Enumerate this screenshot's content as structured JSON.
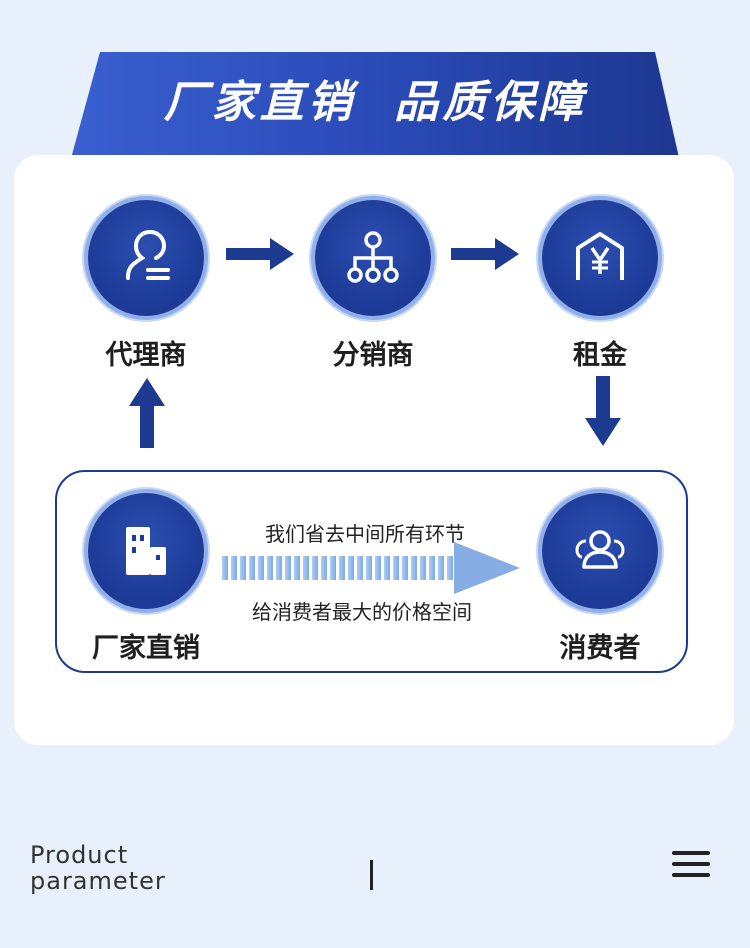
{
  "banner": {
    "title": "厂家直销  品质保障"
  },
  "nodes": {
    "agent": {
      "label": "代理商",
      "icon": "person-icon"
    },
    "distributor": {
      "label": "分销商",
      "icon": "org-tree-icon"
    },
    "rent": {
      "label": "租金",
      "icon": "yen-house-icon"
    },
    "factory": {
      "label": "厂家直销",
      "icon": "building-icon"
    },
    "consumer": {
      "label": "消费者",
      "icon": "group-icon"
    }
  },
  "flow": {
    "top_text": "我们省去中间所有环节",
    "bottom_text": "给消费者最大的价格空间"
  },
  "footer": {
    "title_line1": "Product",
    "title_line2": "parameter"
  },
  "colors": {
    "primary": "#1c3a96",
    "light_blue": "#8fb0ea",
    "background": "#e8f0fb"
  }
}
